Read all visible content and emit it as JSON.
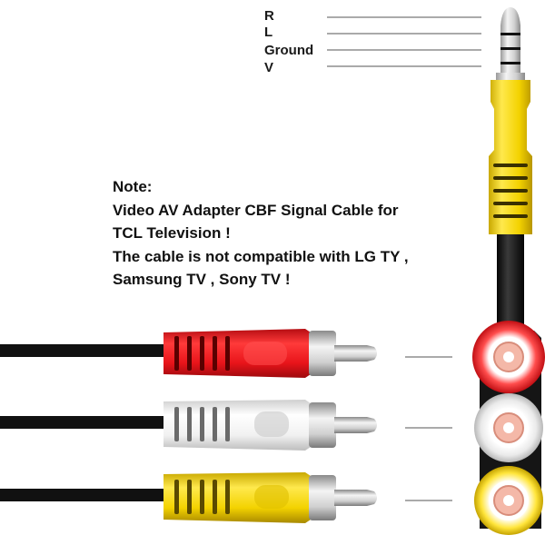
{
  "pin_labels": {
    "r": "R",
    "l": "L",
    "ground": "Ground",
    "v": "V"
  },
  "note": {
    "heading": "Note:",
    "line1": "Video AV Adapter CBF Signal Cable for",
    "line2": "TCL Television !",
    "line3": "The cable is not compatible with LG TY ,",
    "line4": "Samsung TV , Sony TV !"
  },
  "colors": {
    "red_plug": "#e8141a",
    "white_plug": "#f2f2f2",
    "yellow_plug": "#f5d400",
    "metal": "#c8c8c8",
    "cable": "#151515",
    "jack_ring_inner": "#f4b8a8"
  }
}
